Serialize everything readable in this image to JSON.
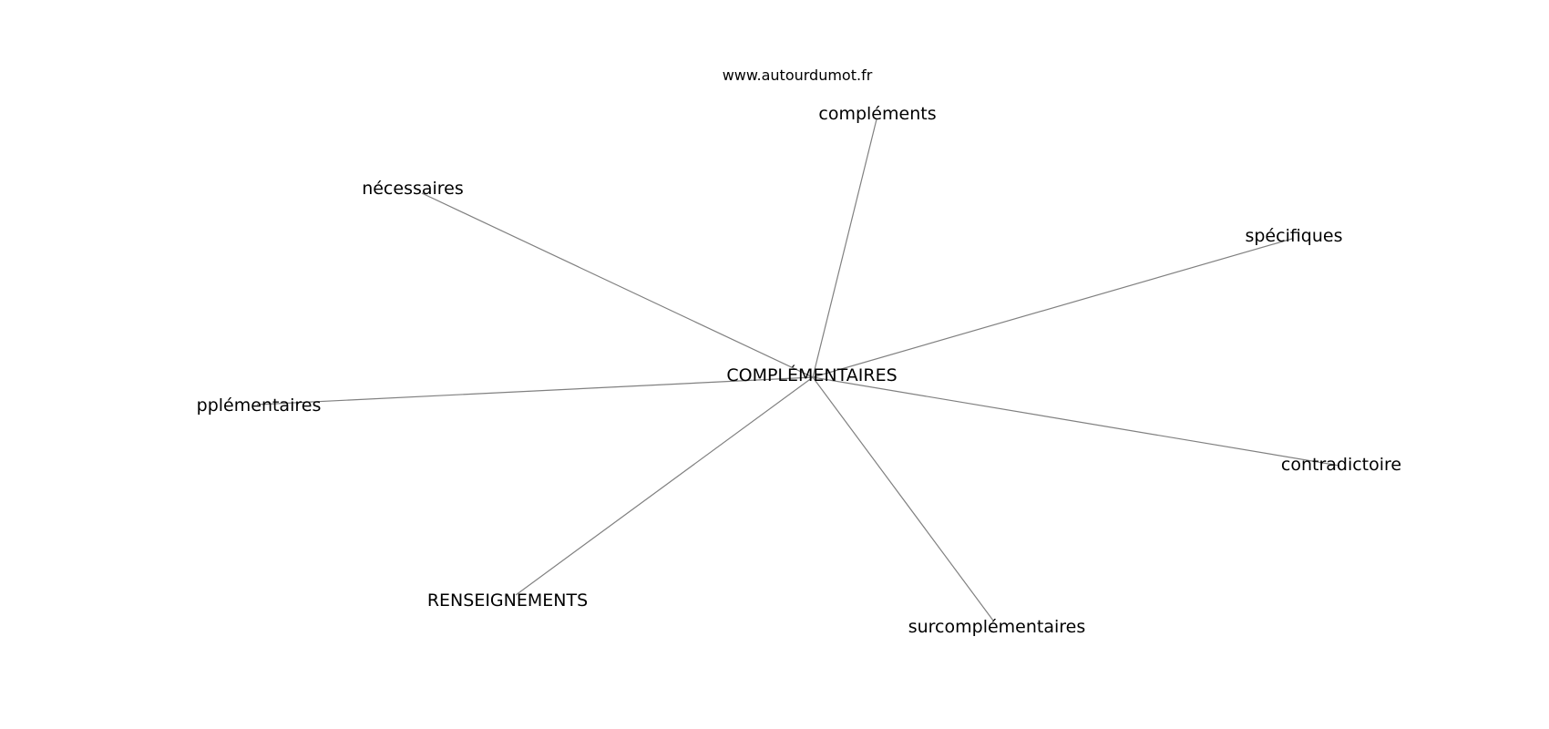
{
  "watermark": "www.autourdumot.fr",
  "center": {
    "label": "COMPLÉMENTAIRES"
  },
  "nodes": [
    {
      "id": "complements",
      "label": "compléments"
    },
    {
      "id": "necessaires",
      "label": "nécessaires"
    },
    {
      "id": "specifiques",
      "label": "spécifiques"
    },
    {
      "id": "pplementaires",
      "label": "pplémentaires"
    },
    {
      "id": "contradictoire",
      "label": "contradictoire"
    },
    {
      "id": "renseignements",
      "label": "RENSEIGNEMENTS"
    },
    {
      "id": "surcomplementaires",
      "label": "surcomplémentaires"
    }
  ],
  "colors": {
    "edge": "#808080",
    "text": "#000000",
    "background": "#ffffff"
  }
}
